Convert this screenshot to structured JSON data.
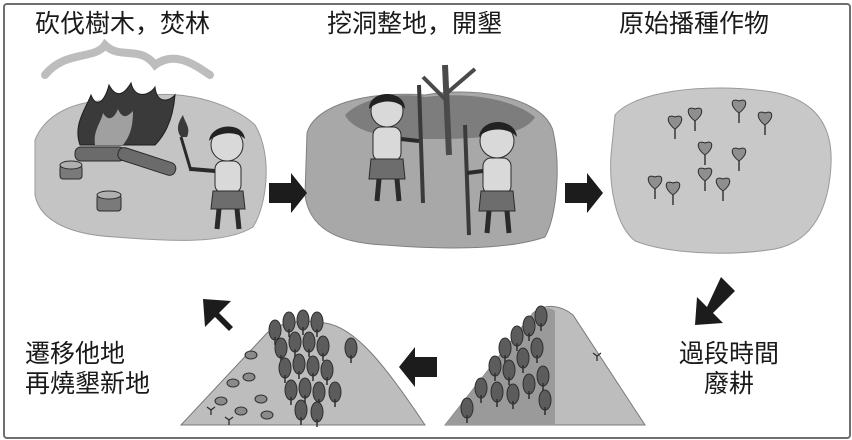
{
  "steps": {
    "slash_burn": {
      "label": "砍伐樹木，焚林"
    },
    "dig_plant": {
      "label": "挖洞整地，開墾"
    },
    "sow": {
      "label": "原始播種作物"
    },
    "fallow": {
      "lines": [
        "過段時間",
        "廢耕"
      ]
    },
    "migrate": {
      "lines": [
        "遷移他地",
        "再燒墾新地"
      ]
    }
  },
  "colors": {
    "panel": "#b9b9b9",
    "panel_dark": "#8a8a8a",
    "foliage": "#5c5c5c",
    "arrow": "#1c1c1c",
    "skin": "#d9d9d9",
    "hair": "#222222"
  }
}
